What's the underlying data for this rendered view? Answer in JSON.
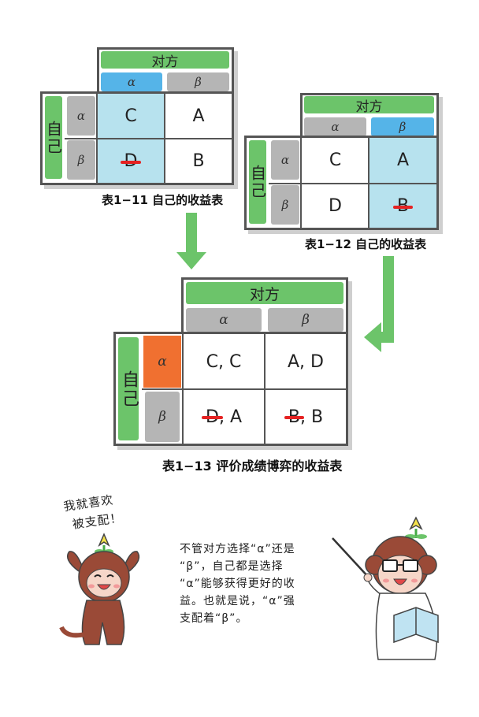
{
  "labels": {
    "opponent": "对方",
    "self": "自己",
    "alpha": "α",
    "beta": "β"
  },
  "table1": {
    "cells": [
      "C",
      "A",
      "D",
      "B"
    ],
    "caption": "表1−11  自己的收益表"
  },
  "table2": {
    "cells": [
      "C",
      "A",
      "D",
      "B"
    ],
    "caption": "表1−12  自己的收益表"
  },
  "table3": {
    "cells": {
      "aa": "C, C",
      "ab": "A, D",
      "ba_struck": "D",
      "ba_rest": ", A",
      "bb_struck": "B",
      "bb_rest": ", B"
    },
    "caption": "表1−13  评价成绩博弈的收益表"
  },
  "monkey_speech": {
    "line1": "我就喜欢",
    "line2": "被支配！"
  },
  "teacher_speech": {
    "line1": "不管对方选择“α”还是",
    "line2": "“β”，自己都是选择",
    "line3": "“α”能够获得更好的收",
    "line4": "益。也就是说，“α”强",
    "line5": "支配着“β”。"
  },
  "colors": {
    "green": "#6cc46a",
    "blue": "#55b4e8",
    "light_blue": "#b7e2ee",
    "orange": "#f07030",
    "gray": "#b5b5b5",
    "strike": "#e52222"
  }
}
